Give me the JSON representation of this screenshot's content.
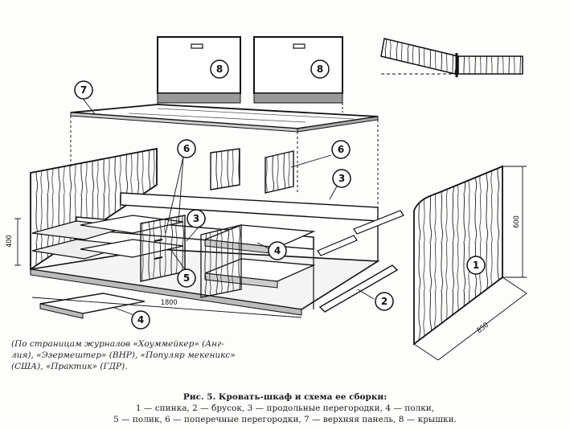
{
  "parts": [
    {
      "id": "1",
      "name": "спинка"
    },
    {
      "id": "2",
      "name": "брусок"
    },
    {
      "id": "3",
      "name": "продольные перегородки"
    },
    {
      "id": "4",
      "name": "полки"
    },
    {
      "id": "5",
      "name": "полик"
    },
    {
      "id": "6",
      "name": "поперечные перегородки"
    },
    {
      "id": "7",
      "name": "верхняя панель"
    },
    {
      "id": "8",
      "name": "крышки"
    }
  ],
  "dimensions": {
    "height_left": "400",
    "length": "1800",
    "back_height": "600",
    "back_width": "850"
  },
  "source_note": {
    "line1": "(По страницам журналов «Хоуммейкер» (Анг-",
    "line2": "лия), «Эзермештер» (ВНР), «Популяр мекеникс»",
    "line3": "(США), «Практик» (ГДР)."
  },
  "caption": {
    "title": "Рис. 5. Кровать-шкаф и схема ее сборки:",
    "line1": "1 — спинка, 2 — брусок, 3 — продольные перегородки, 4 — полки,",
    "line2": "5 — полик, 6 — поперечные перегородки, 7 — верхняя панель, 8 — крышки."
  }
}
